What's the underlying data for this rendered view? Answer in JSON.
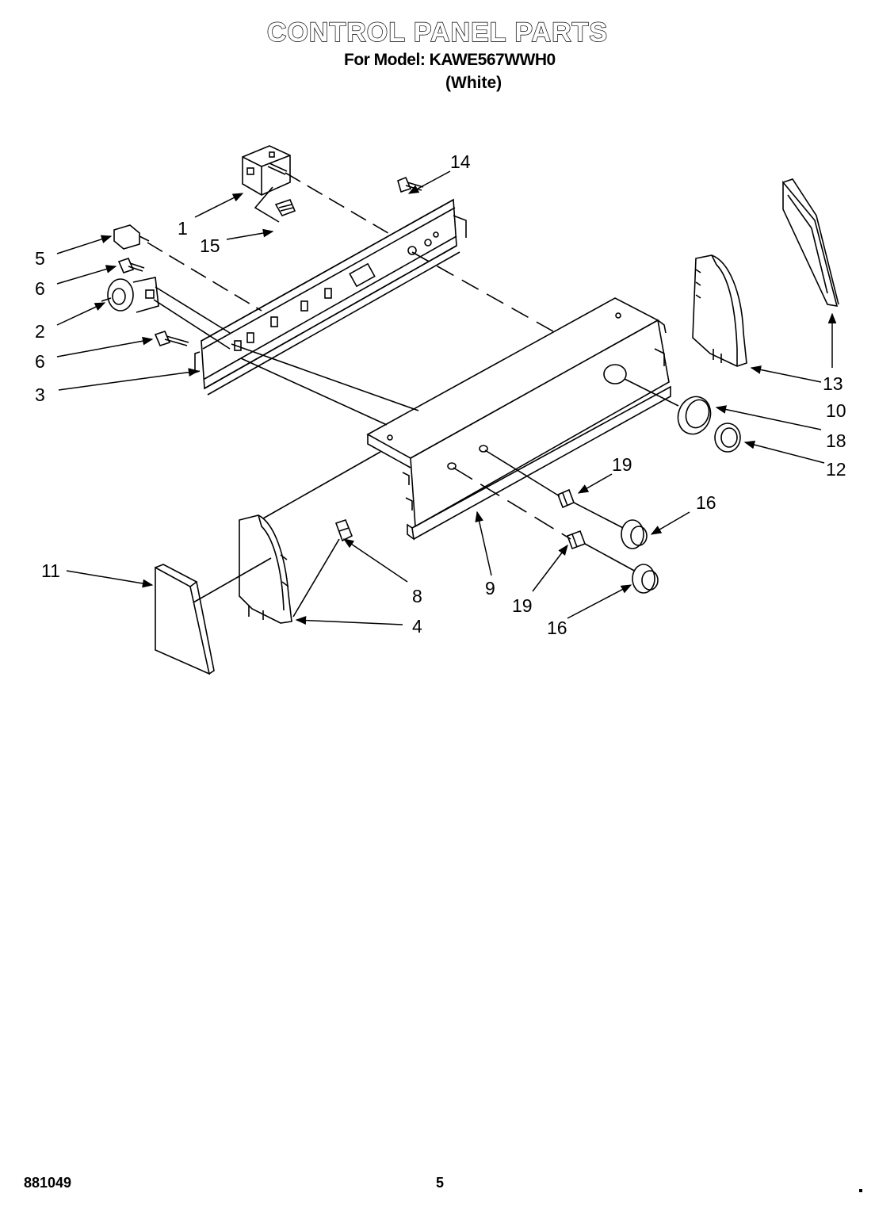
{
  "header": {
    "title": "CONTROL PANEL PARTS",
    "model_line": "For Model: KAWE567WWH0",
    "color_line": "(White)"
  },
  "callouts": [
    {
      "id": "c1",
      "text": "1"
    },
    {
      "id": "c2",
      "text": "2"
    },
    {
      "id": "c3",
      "text": "3"
    },
    {
      "id": "c4",
      "text": "4"
    },
    {
      "id": "c5",
      "text": "5"
    },
    {
      "id": "c6a",
      "text": "6"
    },
    {
      "id": "c6b",
      "text": "6"
    },
    {
      "id": "c8",
      "text": "8"
    },
    {
      "id": "c9",
      "text": "9"
    },
    {
      "id": "c10",
      "text": "10"
    },
    {
      "id": "c11",
      "text": "11"
    },
    {
      "id": "c12",
      "text": "12"
    },
    {
      "id": "c13",
      "text": "13"
    },
    {
      "id": "c14",
      "text": "14"
    },
    {
      "id": "c15",
      "text": "15"
    },
    {
      "id": "c16a",
      "text": "16"
    },
    {
      "id": "c16b",
      "text": "16"
    },
    {
      "id": "c18",
      "text": "18"
    },
    {
      "id": "c19a",
      "text": "19"
    },
    {
      "id": "c19b",
      "text": "19"
    }
  ],
  "footer": {
    "doc_number": "881049",
    "page_number": "5"
  }
}
